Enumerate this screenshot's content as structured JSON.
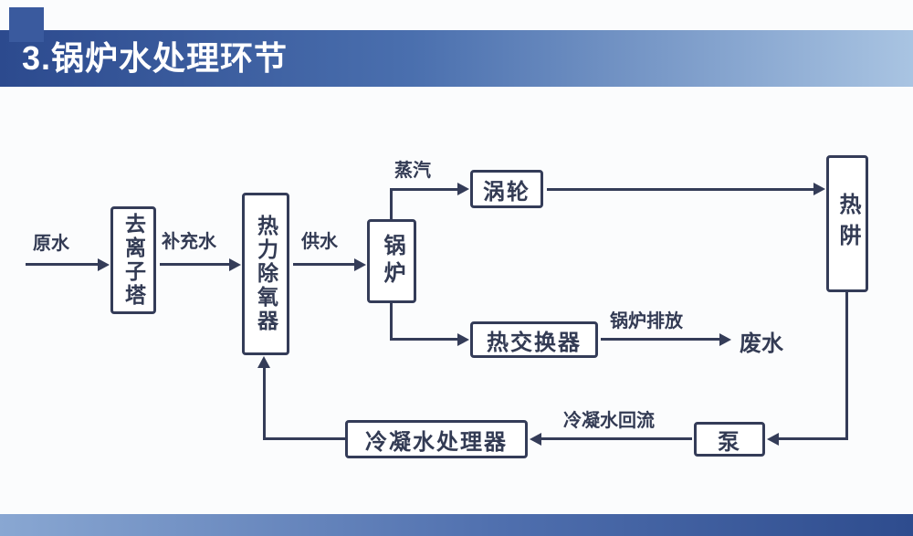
{
  "header": {
    "title": "3.锅炉水处理环节"
  },
  "colors": {
    "navy": "#343c58",
    "header_gradient_left": "#2c4a8e",
    "header_gradient_right": "#a9c4e2",
    "footer_gradient_left": "#89a7d2",
    "footer_gradient_right": "#2e4c8e",
    "slide_background": "#fbfcfd",
    "box_fill": "#ffffff",
    "title_text": "#ffffff"
  },
  "diagram": {
    "nodes": {
      "deionizer": "去离子塔",
      "deaerator": "热力除氧器",
      "boiler": "锅炉",
      "turbine": "涡轮",
      "heat_sink": "热阱",
      "heat_exchanger": "热交换器",
      "pump": "泵",
      "condensate_processor": "冷凝水处理器"
    },
    "labels": {
      "raw_water": "原水",
      "makeup_water": "补充水",
      "feed_water": "供水",
      "steam": "蒸汽",
      "boiler_blowdown": "锅炉排放",
      "waste_water": "废水",
      "condensate_return": "冷凝水回流"
    }
  }
}
